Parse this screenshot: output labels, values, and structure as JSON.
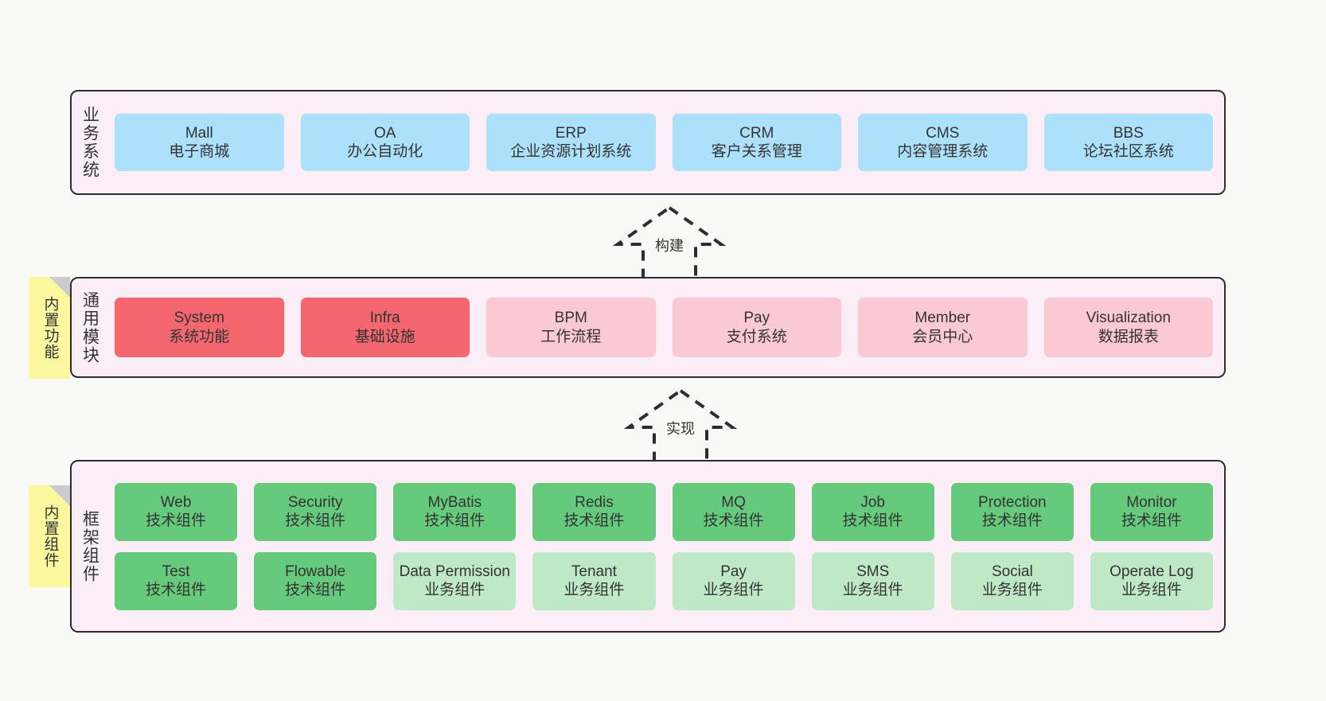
{
  "diagram": {
    "background": "#f9f9f8",
    "panel_fill": "#fbeef6",
    "panel_stroke": "#2f2b33",
    "sticky_fill": "#fbf8a0",
    "colors": {
      "blue": "#ace0fb",
      "red": "#f4676e",
      "pink": "#fbc9d4",
      "green": "#66ca7c",
      "green_light": "#bfe8c6"
    }
  },
  "layers": [
    {
      "id": "business",
      "title": "业务系统",
      "rows": [
        [
          {
            "name": "Mall",
            "desc": "电子商城",
            "color": "blue"
          },
          {
            "name": "OA",
            "desc": "办公自动化",
            "color": "blue"
          },
          {
            "name": "ERP",
            "desc": "企业资源计划系统",
            "color": "blue"
          },
          {
            "name": "CRM",
            "desc": "客户关系管理",
            "color": "blue"
          },
          {
            "name": "CMS",
            "desc": "内容管理系统",
            "color": "blue"
          },
          {
            "name": "BBS",
            "desc": "论坛社区系统",
            "color": "blue"
          }
        ]
      ]
    },
    {
      "id": "common",
      "title": "通用模块",
      "sticky": "内置功能",
      "rows": [
        [
          {
            "name": "System",
            "desc": "系统功能",
            "color": "red"
          },
          {
            "name": "Infra",
            "desc": "基础设施",
            "color": "red"
          },
          {
            "name": "BPM",
            "desc": "工作流程",
            "color": "pink"
          },
          {
            "name": "Pay",
            "desc": "支付系统",
            "color": "pink"
          },
          {
            "name": "Member",
            "desc": "会员中心",
            "color": "pink"
          },
          {
            "name": "Visualization",
            "desc": "数据报表",
            "color": "pink"
          }
        ]
      ]
    },
    {
      "id": "framework",
      "title": "框架组件",
      "sticky": "内置组件",
      "rows": [
        [
          {
            "name": "Web",
            "desc": "技术组件",
            "color": "green"
          },
          {
            "name": "Security",
            "desc": "技术组件",
            "color": "green"
          },
          {
            "name": "MyBatis",
            "desc": "技术组件",
            "color": "green"
          },
          {
            "name": "Redis",
            "desc": "技术组件",
            "color": "green"
          },
          {
            "name": "MQ",
            "desc": "技术组件",
            "color": "green"
          },
          {
            "name": "Job",
            "desc": "技术组件",
            "color": "green"
          },
          {
            "name": "Protection",
            "desc": "技术组件",
            "color": "green"
          },
          {
            "name": "Monitor",
            "desc": "技术组件",
            "color": "green"
          }
        ],
        [
          {
            "name": "Test",
            "desc": "技术组件",
            "color": "green"
          },
          {
            "name": "Flowable",
            "desc": "技术组件",
            "color": "green"
          },
          {
            "name": "Data Permission",
            "desc": "业务组件",
            "color": "green_light"
          },
          {
            "name": "Tenant",
            "desc": "业务组件",
            "color": "green_light"
          },
          {
            "name": "Pay",
            "desc": "业务组件",
            "color": "green_light"
          },
          {
            "name": "SMS",
            "desc": "业务组件",
            "color": "green_light"
          },
          {
            "name": "Social",
            "desc": "业务组件",
            "color": "green_light"
          },
          {
            "name": "Operate Log",
            "desc": "业务组件",
            "color": "green_light"
          }
        ]
      ]
    }
  ],
  "arrows": [
    {
      "id": "build",
      "label": "构建",
      "style": "dashed-generalization",
      "direction": "up"
    },
    {
      "id": "realize",
      "label": "实现",
      "style": "dashed-generalization",
      "direction": "up"
    }
  ]
}
